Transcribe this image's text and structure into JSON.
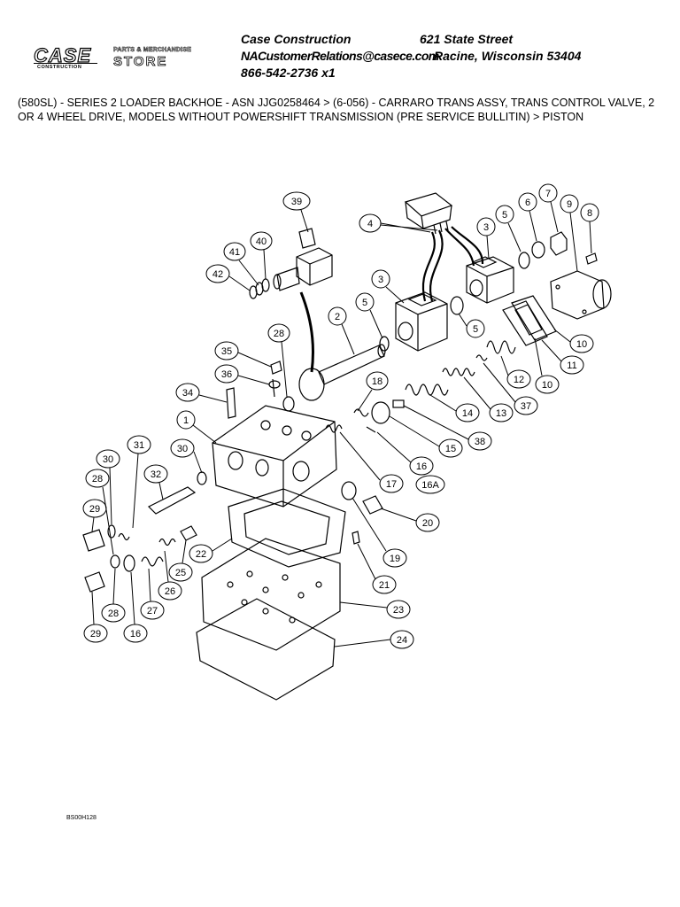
{
  "header": {
    "logo_text": "CASE",
    "logo_subtext": "CONSTRUCTION",
    "store_top": "PARTS & MERCHANDISE",
    "store_big": "STORE",
    "company_name": "Case Construction",
    "street": "621 State Street",
    "email": "NACustomerRelations@casece.com",
    "city": "Racine, Wisconsin 53404",
    "phone": "866-542-2736 x1"
  },
  "breadcrumb": "(580SL) - SERIES 2 LOADER BACKHOE - ASN JJG0258464 > (6-056) - CARRARO TRANS ASSY, TRANS CONTROL VALVE, 2 OR 4 WHEEL DRIVE, MODELS WITHOUT POWERSHIFT TRANSMISSION (PRE SERVICE BULLITIN) > PISTON",
  "diagram": {
    "figure_code": "BS00H128",
    "callouts": [
      "39",
      "4",
      "3",
      "5",
      "6",
      "7",
      "9",
      "8",
      "41",
      "40",
      "42",
      "3",
      "5",
      "2",
      "5",
      "28",
      "35",
      "10",
      "36",
      "11",
      "34",
      "18",
      "12",
      "10",
      "37",
      "1",
      "14",
      "13",
      "38",
      "31",
      "30",
      "15",
      "30",
      "32",
      "16",
      "28",
      "17",
      "16A",
      "20",
      "29",
      "22",
      "19",
      "25",
      "26",
      "21",
      "27",
      "23",
      "28",
      "29",
      "16",
      "24"
    ]
  },
  "colors": {
    "ink": "#000000",
    "paper": "#ffffff"
  }
}
